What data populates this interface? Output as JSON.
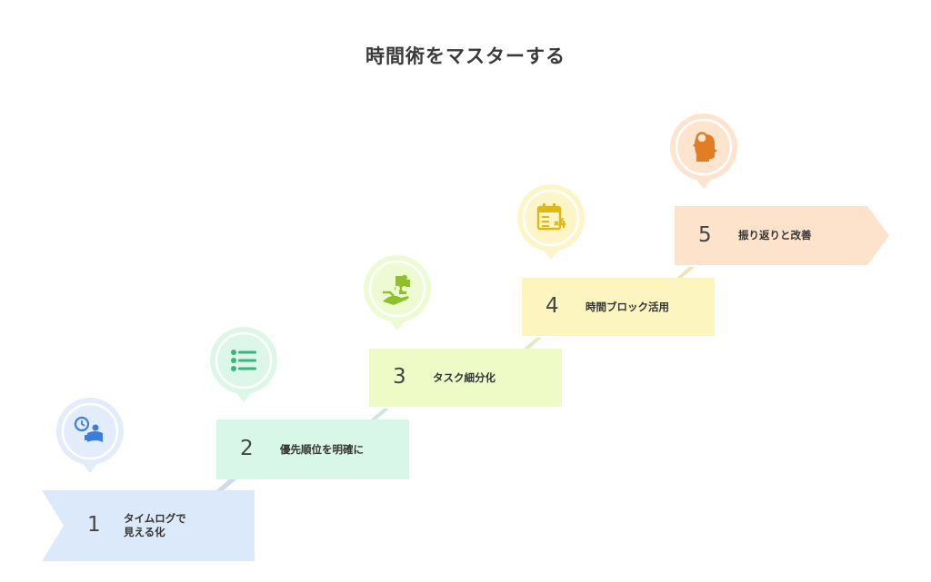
{
  "title": "時間術をマスターする",
  "steps": [
    {
      "number": "1",
      "label": "タイムログで\n見える化",
      "icon": "clock-person-icon",
      "color": "#dce9fb",
      "pin_color": "#e2ecfb",
      "icon_color": "#3d7ddc"
    },
    {
      "number": "2",
      "label": "優先順位を明確に",
      "icon": "list-icon",
      "color": "#d8f7e8",
      "pin_color": "#dcf7ea",
      "icon_color": "#36b77a"
    },
    {
      "number": "3",
      "label": "タスク細分化",
      "icon": "puzzle-hand-icon",
      "color": "#eefbc7",
      "pin_color": "#eefbd2",
      "icon_color": "#8fbf2a"
    },
    {
      "number": "4",
      "label": "時間ブロック活用",
      "icon": "calendar-x4-icon",
      "color": "#fdf5c0",
      "pin_color": "#fdf5c8",
      "icon_color": "#e0b80f"
    },
    {
      "number": "5",
      "label": "振り返りと改善",
      "icon": "head-search-icon",
      "color": "#fde3cb",
      "pin_color": "#fde4cf",
      "icon_color": "#e07d25"
    }
  ]
}
